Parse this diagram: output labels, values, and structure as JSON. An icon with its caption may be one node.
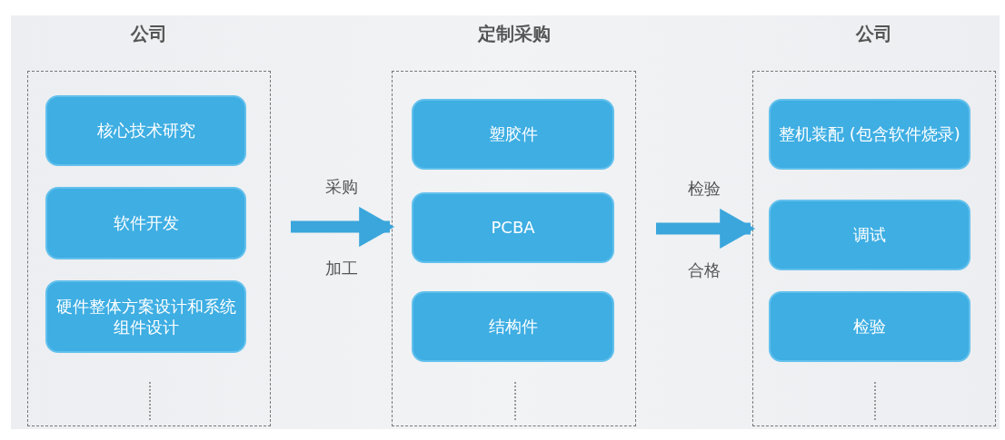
{
  "diagram": {
    "nodes": [
      {
        "text": [
          "公司"
        ]
      },
      {
        "text": [
          "核心技术研究"
        ],
        "in": 0
      },
      {
        "text": [
          "软件开发"
        ],
        "in": 0
      },
      {
        "text": [
          "硬件整体方案设计和系统组件设计"
        ],
        "in": 0
      },
      {
        "text": [
          "定制采购"
        ]
      },
      {
        "text": [
          "塑胶件"
        ],
        "in": 4
      },
      {
        "text": [
          "PCBA"
        ],
        "in": 4
      },
      {
        "text": [
          "结构件"
        ],
        "in": 4
      },
      {
        "text": [
          "公司"
        ]
      },
      {
        "text": [
          "整机装配 (包含软件烧录)"
        ],
        "in": 8
      },
      {
        "text": [
          "调试"
        ],
        "in": 8
      },
      {
        "text": [
          "检验"
        ],
        "in": 8
      }
    ],
    "edges": [
      {
        "from": 0,
        "to": 4,
        "arrow": "to",
        "label": "采购"
      },
      {
        "from": 4,
        "to": 8,
        "arrow": "to",
        "label": "检验"
      }
    ],
    "labels": [
      "加工",
      "合格"
    ]
  }
}
